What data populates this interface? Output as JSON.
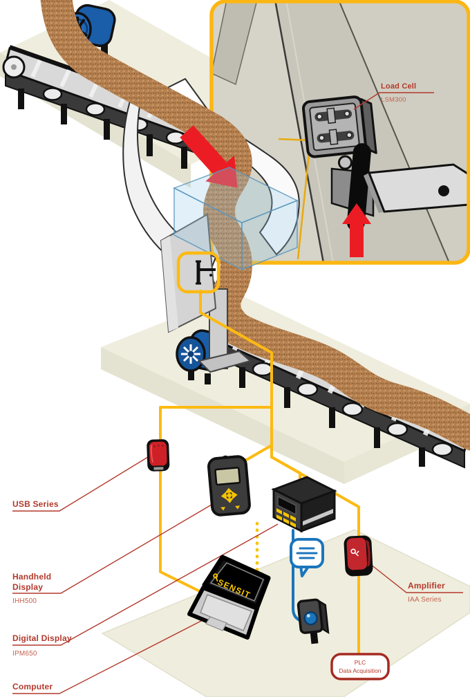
{
  "scene": {
    "description": "Conveyor belt load-cell weighing system diagram",
    "inset": {
      "label": "Load Cell",
      "model": "LSM300"
    },
    "callouts": {
      "usb": {
        "label": "USB Series"
      },
      "handheld": {
        "line1": "Handheld",
        "line2": "Display",
        "model": "IHH500"
      },
      "digital": {
        "label": "Digital Display",
        "model": "IPM650"
      },
      "computer": {
        "label": "Computer"
      },
      "amplifier": {
        "label": "Amplifier",
        "model": "IAA Series"
      }
    },
    "plc": {
      "line1": "PLC",
      "line2": "Data Acquisition"
    },
    "laptop": {
      "brand": "SENSIT"
    },
    "colors": {
      "wire_yellow": "#FCBA12",
      "inset_border": "#FCB614",
      "leader_red": "#B3392C",
      "model_red": "#C4614E",
      "plc_border": "#A52A21",
      "device_red": "#C1272D",
      "flow_arrow_red": "#EC1C24",
      "signal_blue": "#1B75BC",
      "motor_blue": "#1A5DA8",
      "material_brown": "#B5804F",
      "platform_beige": "#EFEDDD",
      "inset_background": "#D6D4C8"
    }
  }
}
